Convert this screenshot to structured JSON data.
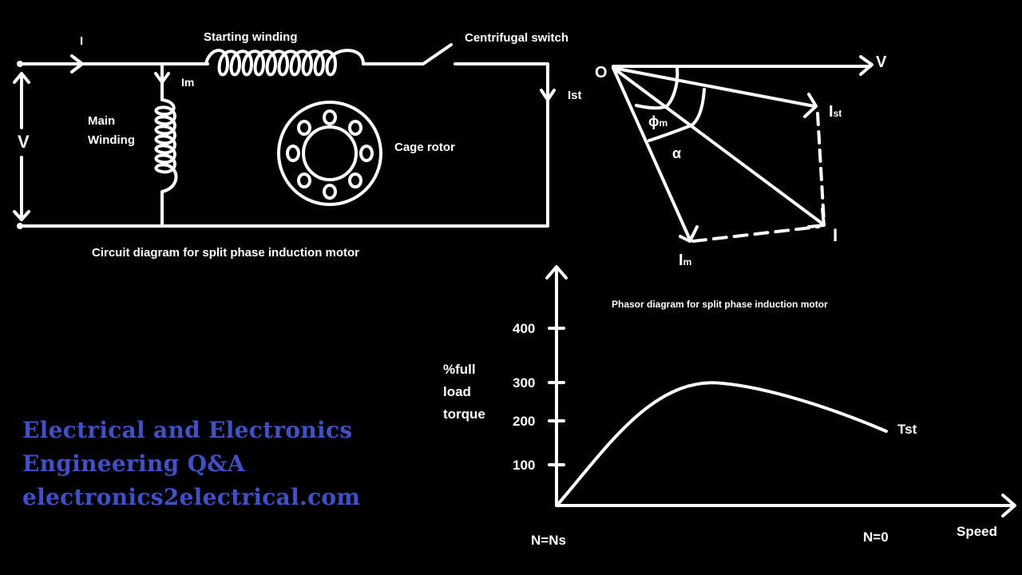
{
  "circuit": {
    "caption": "Circuit diagram for split phase induction motor",
    "starting_winding": "Starting winding",
    "centrifugal_switch": "Centrifugal switch",
    "main_winding_line1": "Main",
    "main_winding_line2": "Winding",
    "cage_rotor": "Cage rotor",
    "voltage": "V",
    "current_total": "I",
    "current_main": "Im",
    "current_start": "Ist"
  },
  "phasor": {
    "caption": "Phasor diagram for  split  phase induction motor",
    "origin": "O",
    "voltage": "V",
    "ist_main": "I",
    "ist_sub": "st",
    "i_total": "I",
    "im_main": "I",
    "im_sub": "m",
    "phi_main": "ϕ",
    "phi_sub": "m",
    "alpha": "α"
  },
  "graph": {
    "ylabel_line1": "%full",
    "ylabel_line2": "load",
    "ylabel_line3": "torque",
    "yticks": [
      "400",
      "300",
      "200",
      "100"
    ],
    "x_left": "N=Ns",
    "x_right": "N=0",
    "xlabel": "Speed",
    "curve_label": "Tst"
  },
  "brand": {
    "line1": "Electrical and Electronics",
    "line2": "Engineering Q&A",
    "line3": "electronics2electrical.com"
  }
}
